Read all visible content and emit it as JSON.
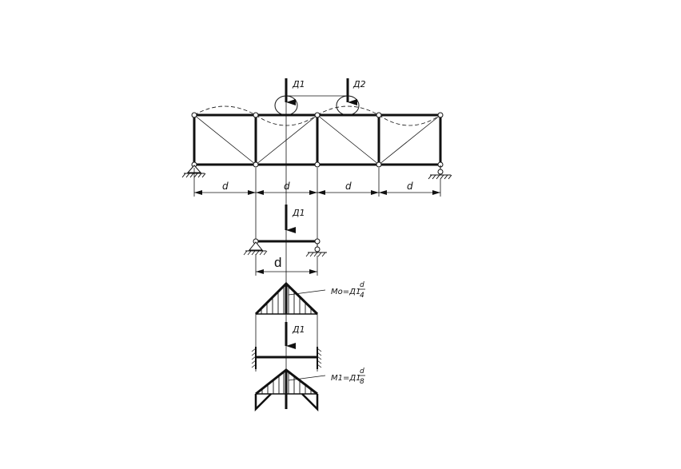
{
  "labels": {
    "load1": "Д1",
    "load2": "Д2",
    "load3": "Д1",
    "load4": "Д1",
    "span": "d",
    "dims": [
      "d",
      "d",
      "d",
      "d"
    ],
    "moment0": {
      "prefix": "Mo=Д1",
      "num": "d",
      "den": "4"
    },
    "moment1": {
      "prefix": "M1=Д1",
      "num": "d",
      "den": "8"
    }
  },
  "colors": {
    "ink": "#111111",
    "background": "#ffffff"
  }
}
